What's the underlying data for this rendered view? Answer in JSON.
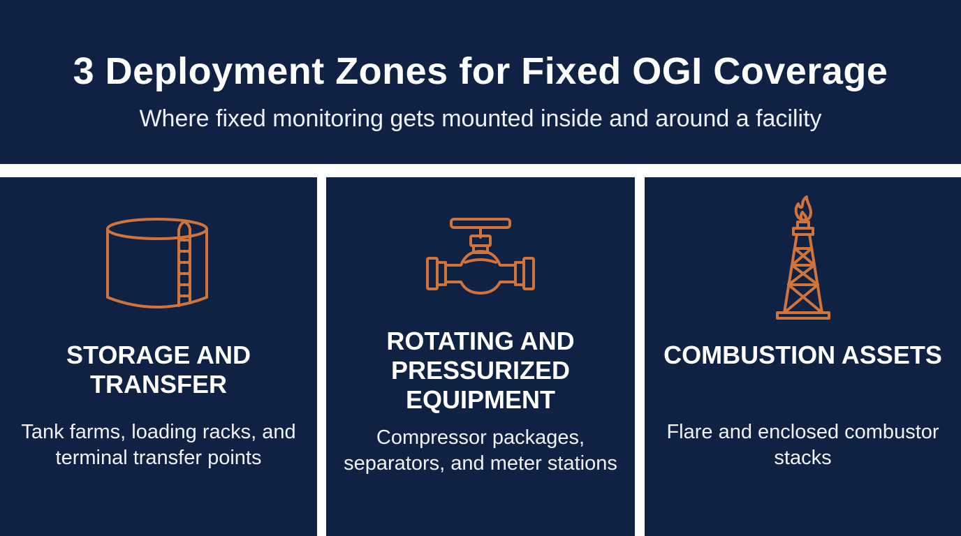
{
  "header": {
    "title": "3 Deployment Zones for Fixed OGI Coverage",
    "subtitle": "Where fixed monitoring gets mounted inside and around a facility"
  },
  "colors": {
    "background": "#0f2244",
    "divider": "#ffffff",
    "icon_accent": "#d0743c",
    "text": "#ffffff"
  },
  "zones": [
    {
      "icon": "storage-tank-icon",
      "title": "STORAGE AND TRANSFER",
      "description": "Tank farms, loading racks, and terminal transfer points"
    },
    {
      "icon": "valve-icon",
      "title": "ROTATING AND PRESSURIZED EQUIPMENT",
      "description": "Compressor packages, separators, and meter stations"
    },
    {
      "icon": "flare-stack-icon",
      "title": "COMBUSTION ASSETS",
      "description": "Flare and enclosed combustor stacks"
    }
  ]
}
